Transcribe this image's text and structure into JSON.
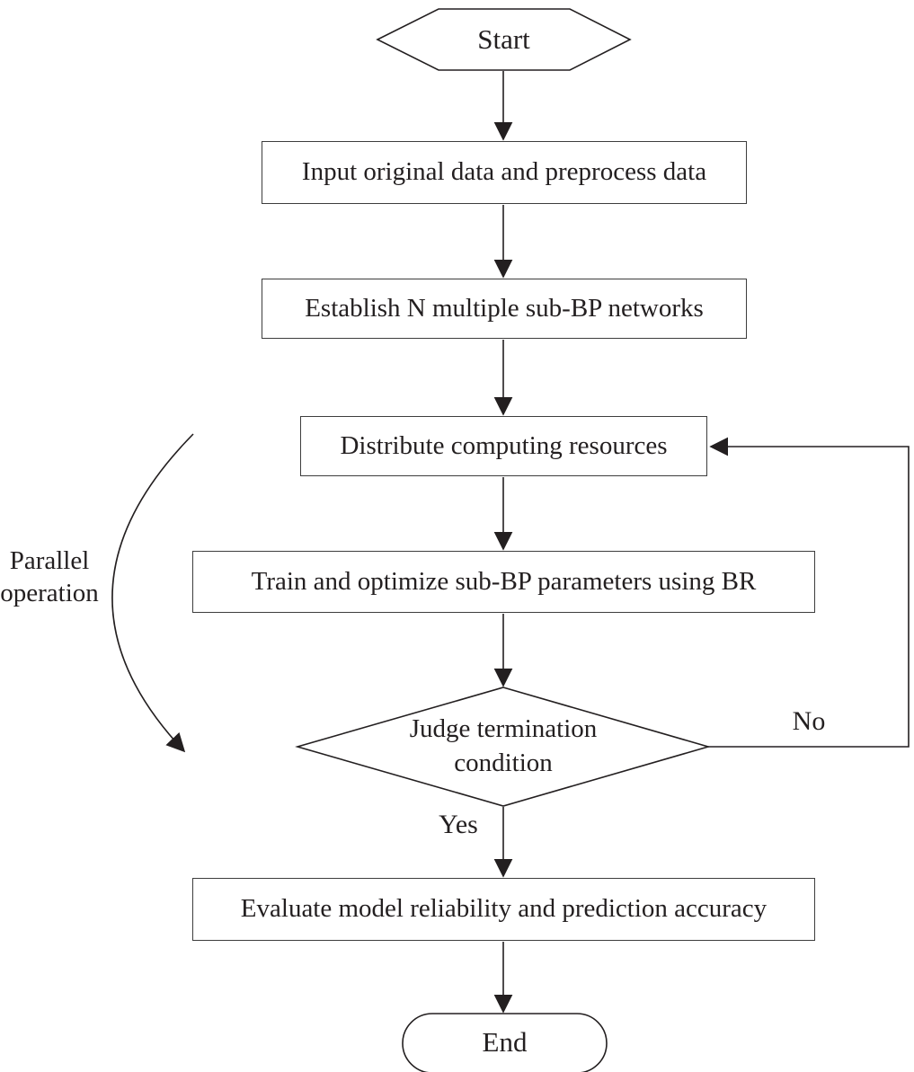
{
  "diagram": {
    "nodes": {
      "start": "Start",
      "input": "Input original data and preprocess data",
      "establish": "Establish N multiple sub-BP networks",
      "distribute": "Distribute computing resources",
      "train": "Train and optimize sub-BP parameters using BR",
      "judge": "Judge termination condition",
      "evaluate": "Evaluate model reliability and prediction accuracy",
      "end": "End"
    },
    "edge_labels": {
      "yes": "Yes",
      "no": "No"
    },
    "annotations": {
      "parallel": "Parallel operation"
    },
    "colors": {
      "line": "#231f20",
      "text": "#231f20",
      "node_border": "#3d3d3d",
      "background": "#ffffff"
    }
  }
}
